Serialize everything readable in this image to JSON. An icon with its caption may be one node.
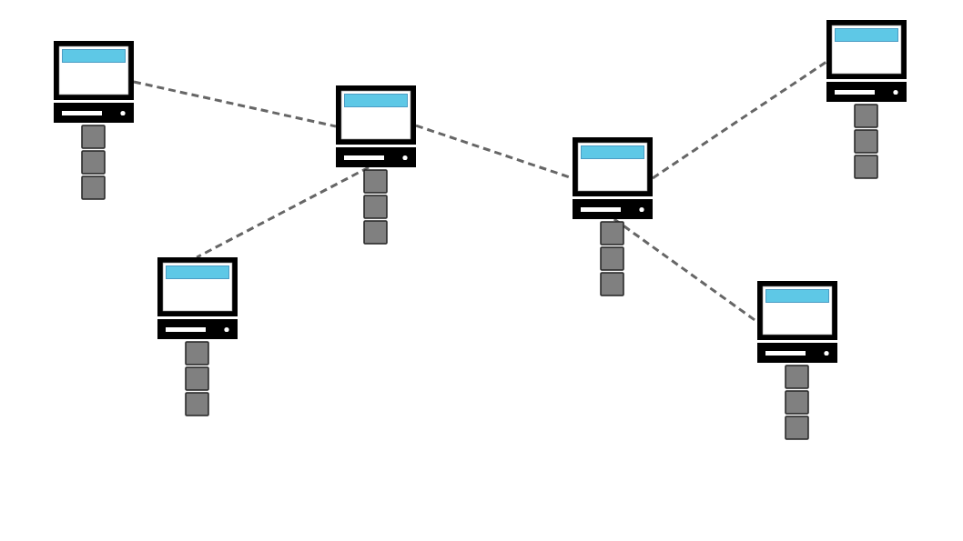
{
  "diagram": {
    "nodes": [
      {
        "text": [],
        "shape": "computer"
      },
      {
        "text": [],
        "shape": "computer"
      },
      {
        "text": [],
        "shape": "computer"
      },
      {
        "text": [],
        "shape": "computer"
      },
      {
        "text": [],
        "shape": "computer"
      },
      {
        "text": [],
        "shape": "computer"
      }
    ],
    "edges": [
      {
        "from": 0,
        "to": 1,
        "arrow": "none",
        "style": "dashed"
      },
      {
        "from": 1,
        "to": 3,
        "arrow": "none",
        "style": "dashed"
      },
      {
        "from": 3,
        "to": 4,
        "arrow": "none",
        "style": "dashed"
      },
      {
        "from": 1,
        "to": 2,
        "arrow": "none",
        "style": "dashed"
      },
      {
        "from": 3,
        "to": 5,
        "arrow": "none",
        "style": "dashed"
      }
    ]
  }
}
